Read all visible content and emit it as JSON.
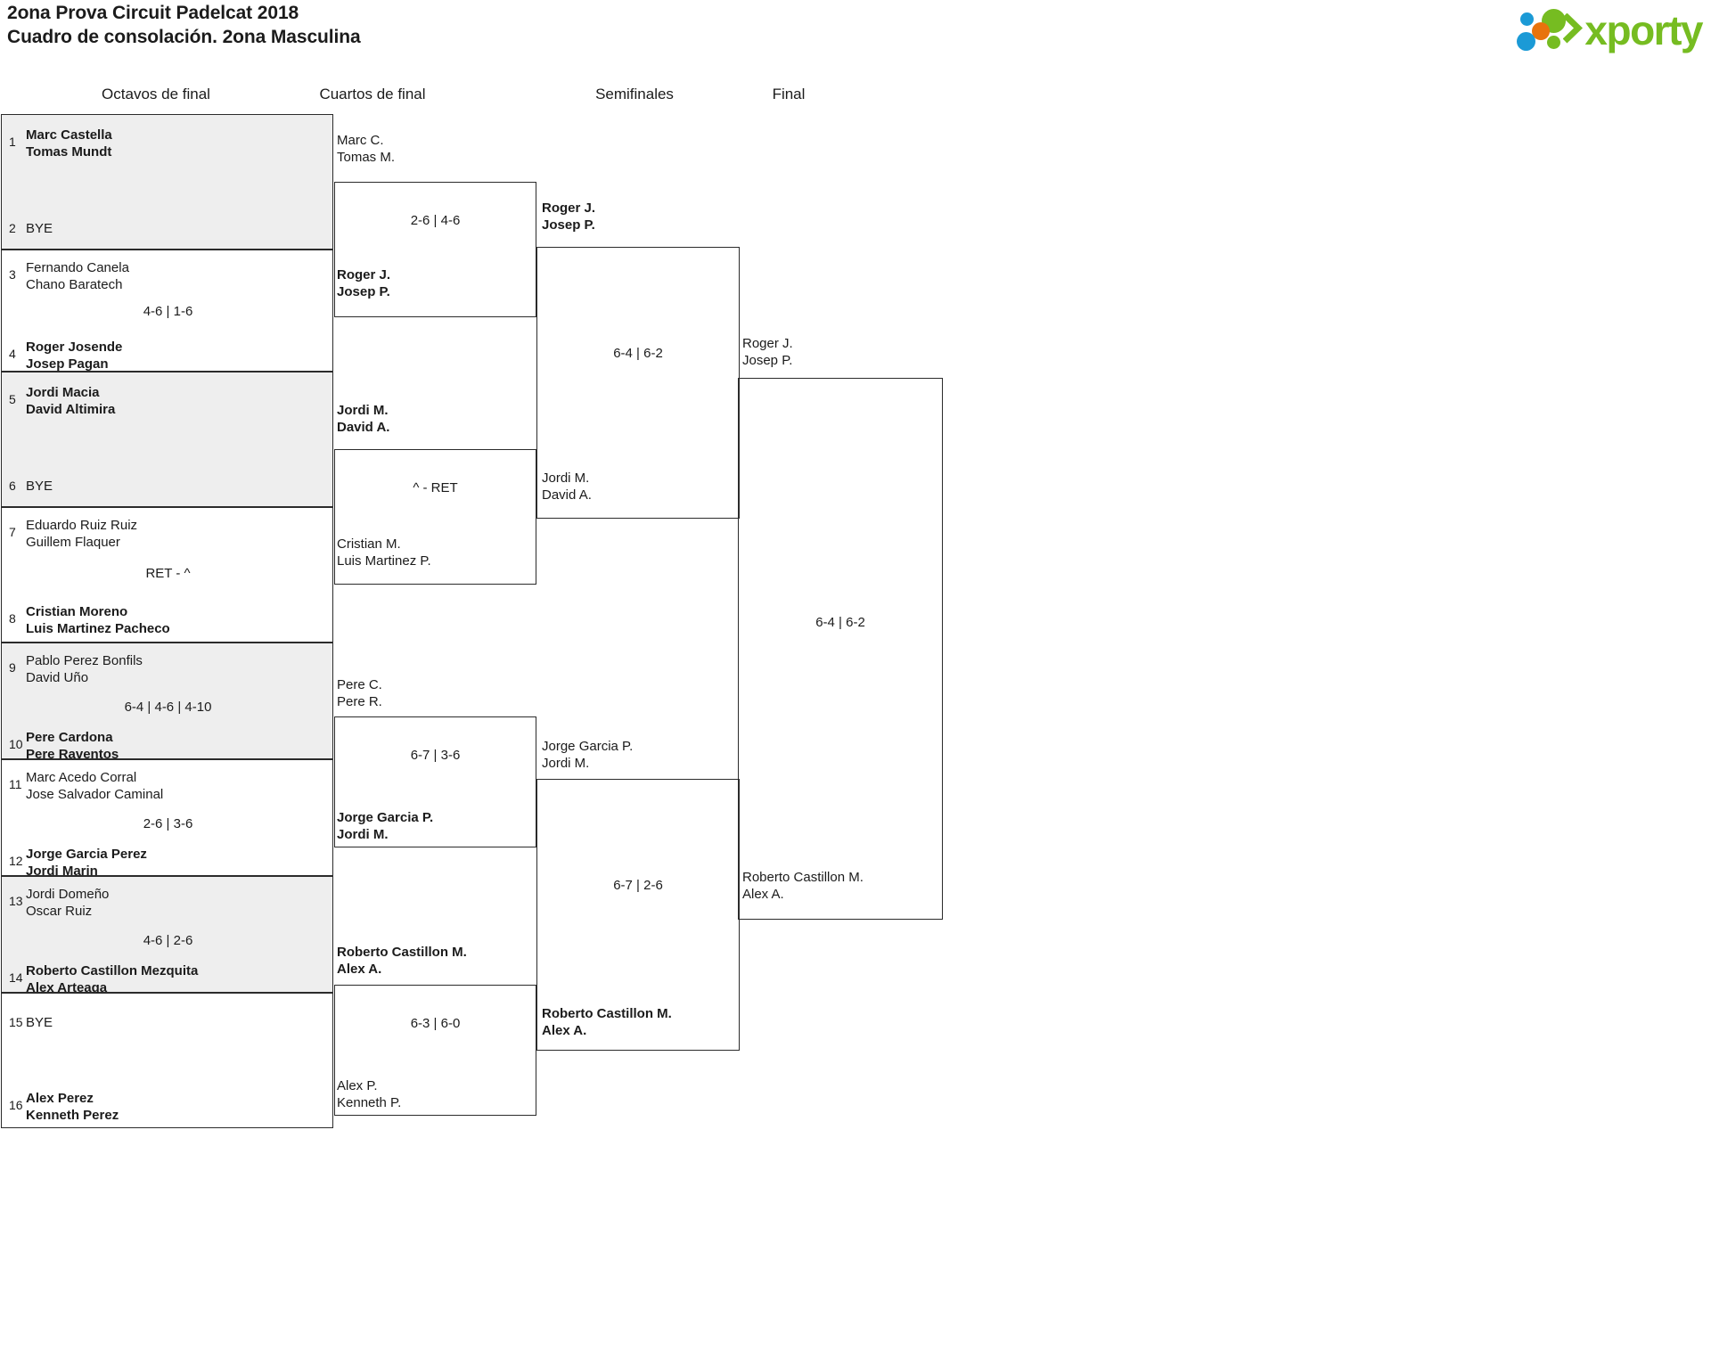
{
  "header": {
    "title_line1": "2ona Prova Circuit Padelcat 2018",
    "title_line2": "Cuadro de consolación. 2ona Masculina",
    "logo": {
      "word": "xporty",
      "green": "#76bc21",
      "blue": "#1b9ad6",
      "orange": "#e8730c",
      "dots": [
        "green-dot-large",
        "blue-dot-small",
        "orange-dot-medium",
        "blue-dot-medium",
        "green-dot-small"
      ]
    }
  },
  "rounds": [
    {
      "label": "Octavos de final"
    },
    {
      "label": "Cuartos de final"
    },
    {
      "label": "Semifinales"
    },
    {
      "label": "Final"
    }
  ],
  "round1": {
    "seeds": [
      {
        "num": "1",
        "line1": "Marc Castella",
        "line2": "Tomas Mundt",
        "winner": true,
        "bye": false
      },
      {
        "num": "2",
        "line1": "BYE",
        "line2": "",
        "winner": false,
        "bye": true
      },
      {
        "num": "3",
        "line1": "Fernando Canela",
        "line2": "Chano Baratech",
        "winner": false,
        "bye": false
      },
      {
        "num": "4",
        "line1": "Roger Josende",
        "line2": "Josep Pagan",
        "winner": true,
        "bye": false
      },
      {
        "num": "5",
        "line1": "Jordi Macia",
        "line2": "David Altimira",
        "winner": true,
        "bye": false
      },
      {
        "num": "6",
        "line1": "BYE",
        "line2": "",
        "winner": false,
        "bye": true
      },
      {
        "num": "7",
        "line1": "Eduardo Ruiz Ruiz",
        "line2": "Guillem Flaquer",
        "winner": false,
        "bye": false
      },
      {
        "num": "8",
        "line1": "Cristian Moreno",
        "line2": "Luis Martinez Pacheco",
        "winner": true,
        "bye": false
      },
      {
        "num": "9",
        "line1": "Pablo Perez Bonfils",
        "line2": "David Uño",
        "winner": false,
        "bye": false
      },
      {
        "num": "10",
        "line1": "Pere Cardona",
        "line2": "Pere Raventos",
        "winner": true,
        "bye": false
      },
      {
        "num": "11",
        "line1": "Marc Acedo Corral",
        "line2": "Jose Salvador Caminal",
        "winner": false,
        "bye": false
      },
      {
        "num": "12",
        "line1": "Jorge Garcia Perez",
        "line2": "Jordi Marin",
        "winner": true,
        "bye": false
      },
      {
        "num": "13",
        "line1": "Jordi Domeño",
        "line2": "Oscar Ruiz",
        "winner": false,
        "bye": false
      },
      {
        "num": "14",
        "line1": "Roberto Castillon Mezquita",
        "line2": "Alex Arteaga",
        "winner": true,
        "bye": false
      },
      {
        "num": "15",
        "line1": "BYE",
        "line2": "",
        "winner": false,
        "bye": true
      },
      {
        "num": "16",
        "line1": "Alex Perez",
        "line2": "Kenneth Perez",
        "winner": true,
        "bye": false
      }
    ],
    "scores": [
      "",
      "4-6 | 1-6",
      "",
      "RET - ^",
      "6-4 | 4-6 | 4-10",
      "2-6 | 3-6",
      "4-6 | 2-6",
      ""
    ]
  },
  "round2": {
    "matches": [
      {
        "top_line1": "Marc C.",
        "top_line2": "Tomas M.",
        "top_winner": false,
        "score": "2-6 | 4-6",
        "bot_line1": "Roger J.",
        "bot_line2": "Josep P.",
        "bot_winner": true
      },
      {
        "top_line1": "Jordi M.",
        "top_line2": "David A.",
        "top_winner": true,
        "score": "^ - RET",
        "bot_line1": "Cristian M.",
        "bot_line2": "Luis Martinez P.",
        "bot_winner": false
      },
      {
        "top_line1": "Pere C.",
        "top_line2": "Pere R.",
        "top_winner": false,
        "score": "6-7 | 3-6",
        "bot_line1": "Jorge Garcia P.",
        "bot_line2": "Jordi M.",
        "bot_winner": true
      },
      {
        "top_line1": "Roberto Castillon M.",
        "top_line2": "Alex A.",
        "top_winner": true,
        "score": "6-3 | 6-0",
        "bot_line1": "Alex P.",
        "bot_line2": "Kenneth P.",
        "bot_winner": false
      }
    ]
  },
  "round3": {
    "matches": [
      {
        "top_line1": "Roger J.",
        "top_line2": "Josep P.",
        "top_winner": true,
        "score": "6-4 | 6-2",
        "bot_line1": "Jordi M.",
        "bot_line2": "David A.",
        "bot_winner": false
      },
      {
        "top_line1": "Jorge Garcia P.",
        "top_line2": "Jordi M.",
        "top_winner": false,
        "score": "6-7 | 2-6",
        "bot_line1": "Roberto Castillon M.",
        "bot_line2": "Alex A.",
        "bot_winner": true
      }
    ]
  },
  "round4": {
    "matches": [
      {
        "top_line1": "Roger J.",
        "top_line2": "Josep P.",
        "top_winner": false,
        "score": "6-4 | 6-2",
        "bot_line1": "Roberto Castillon M.",
        "bot_line2": "Alex A.",
        "bot_winner": false
      }
    ]
  }
}
